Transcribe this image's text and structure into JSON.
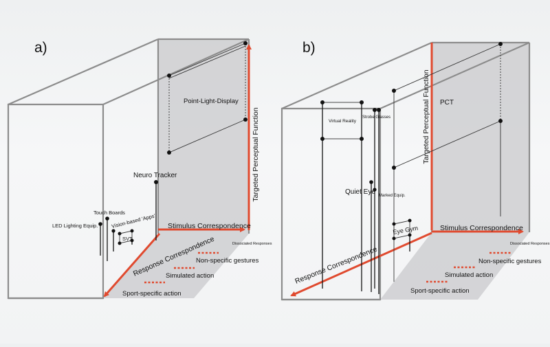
{
  "panel_a": {
    "label": "a)",
    "axes": {
      "vertical": "Targeted Perceptual Function",
      "horizontal": "Stimulus Correspondence",
      "depth": "Response Correspondence",
      "horizontal_end": "Dissociated Responses"
    },
    "levels": [
      "Non-specific gestures",
      "Simulated action",
      "Sport-specific action"
    ],
    "items": {
      "point_light": "Point-Light-Display",
      "neuro_tracker": "Neuro Tracker",
      "touch_boards": "Touch Boards",
      "vision_apps": "Vision-based 'Apps'",
      "led": "LED Lighting Equip.",
      "svt": "SVT"
    }
  },
  "panel_b": {
    "label": "b)",
    "axes": {
      "vertical": "Targeted Perceptual Function",
      "horizontal": "Stimulus Correspondence",
      "depth": "Response Correspondence",
      "horizontal_end": "Dissociated Responses"
    },
    "levels": [
      "Non-specific gestures",
      "Simulated action",
      "Sport-specific action"
    ],
    "items": {
      "pct": "PCT",
      "virtual_reality": "Virtual Reality",
      "strobe": "Strobe Glasses",
      "quiet_eye": "Quiet Eye",
      "marked_equip": "Marked Equip.",
      "eye_gym": "Eye Gym"
    }
  },
  "colors": {
    "axis_red": "#e04a2f",
    "box_edge": "#8c8c8c",
    "wall_shade": "#c9c9cc",
    "floor_shade": "#b9b9bd"
  }
}
